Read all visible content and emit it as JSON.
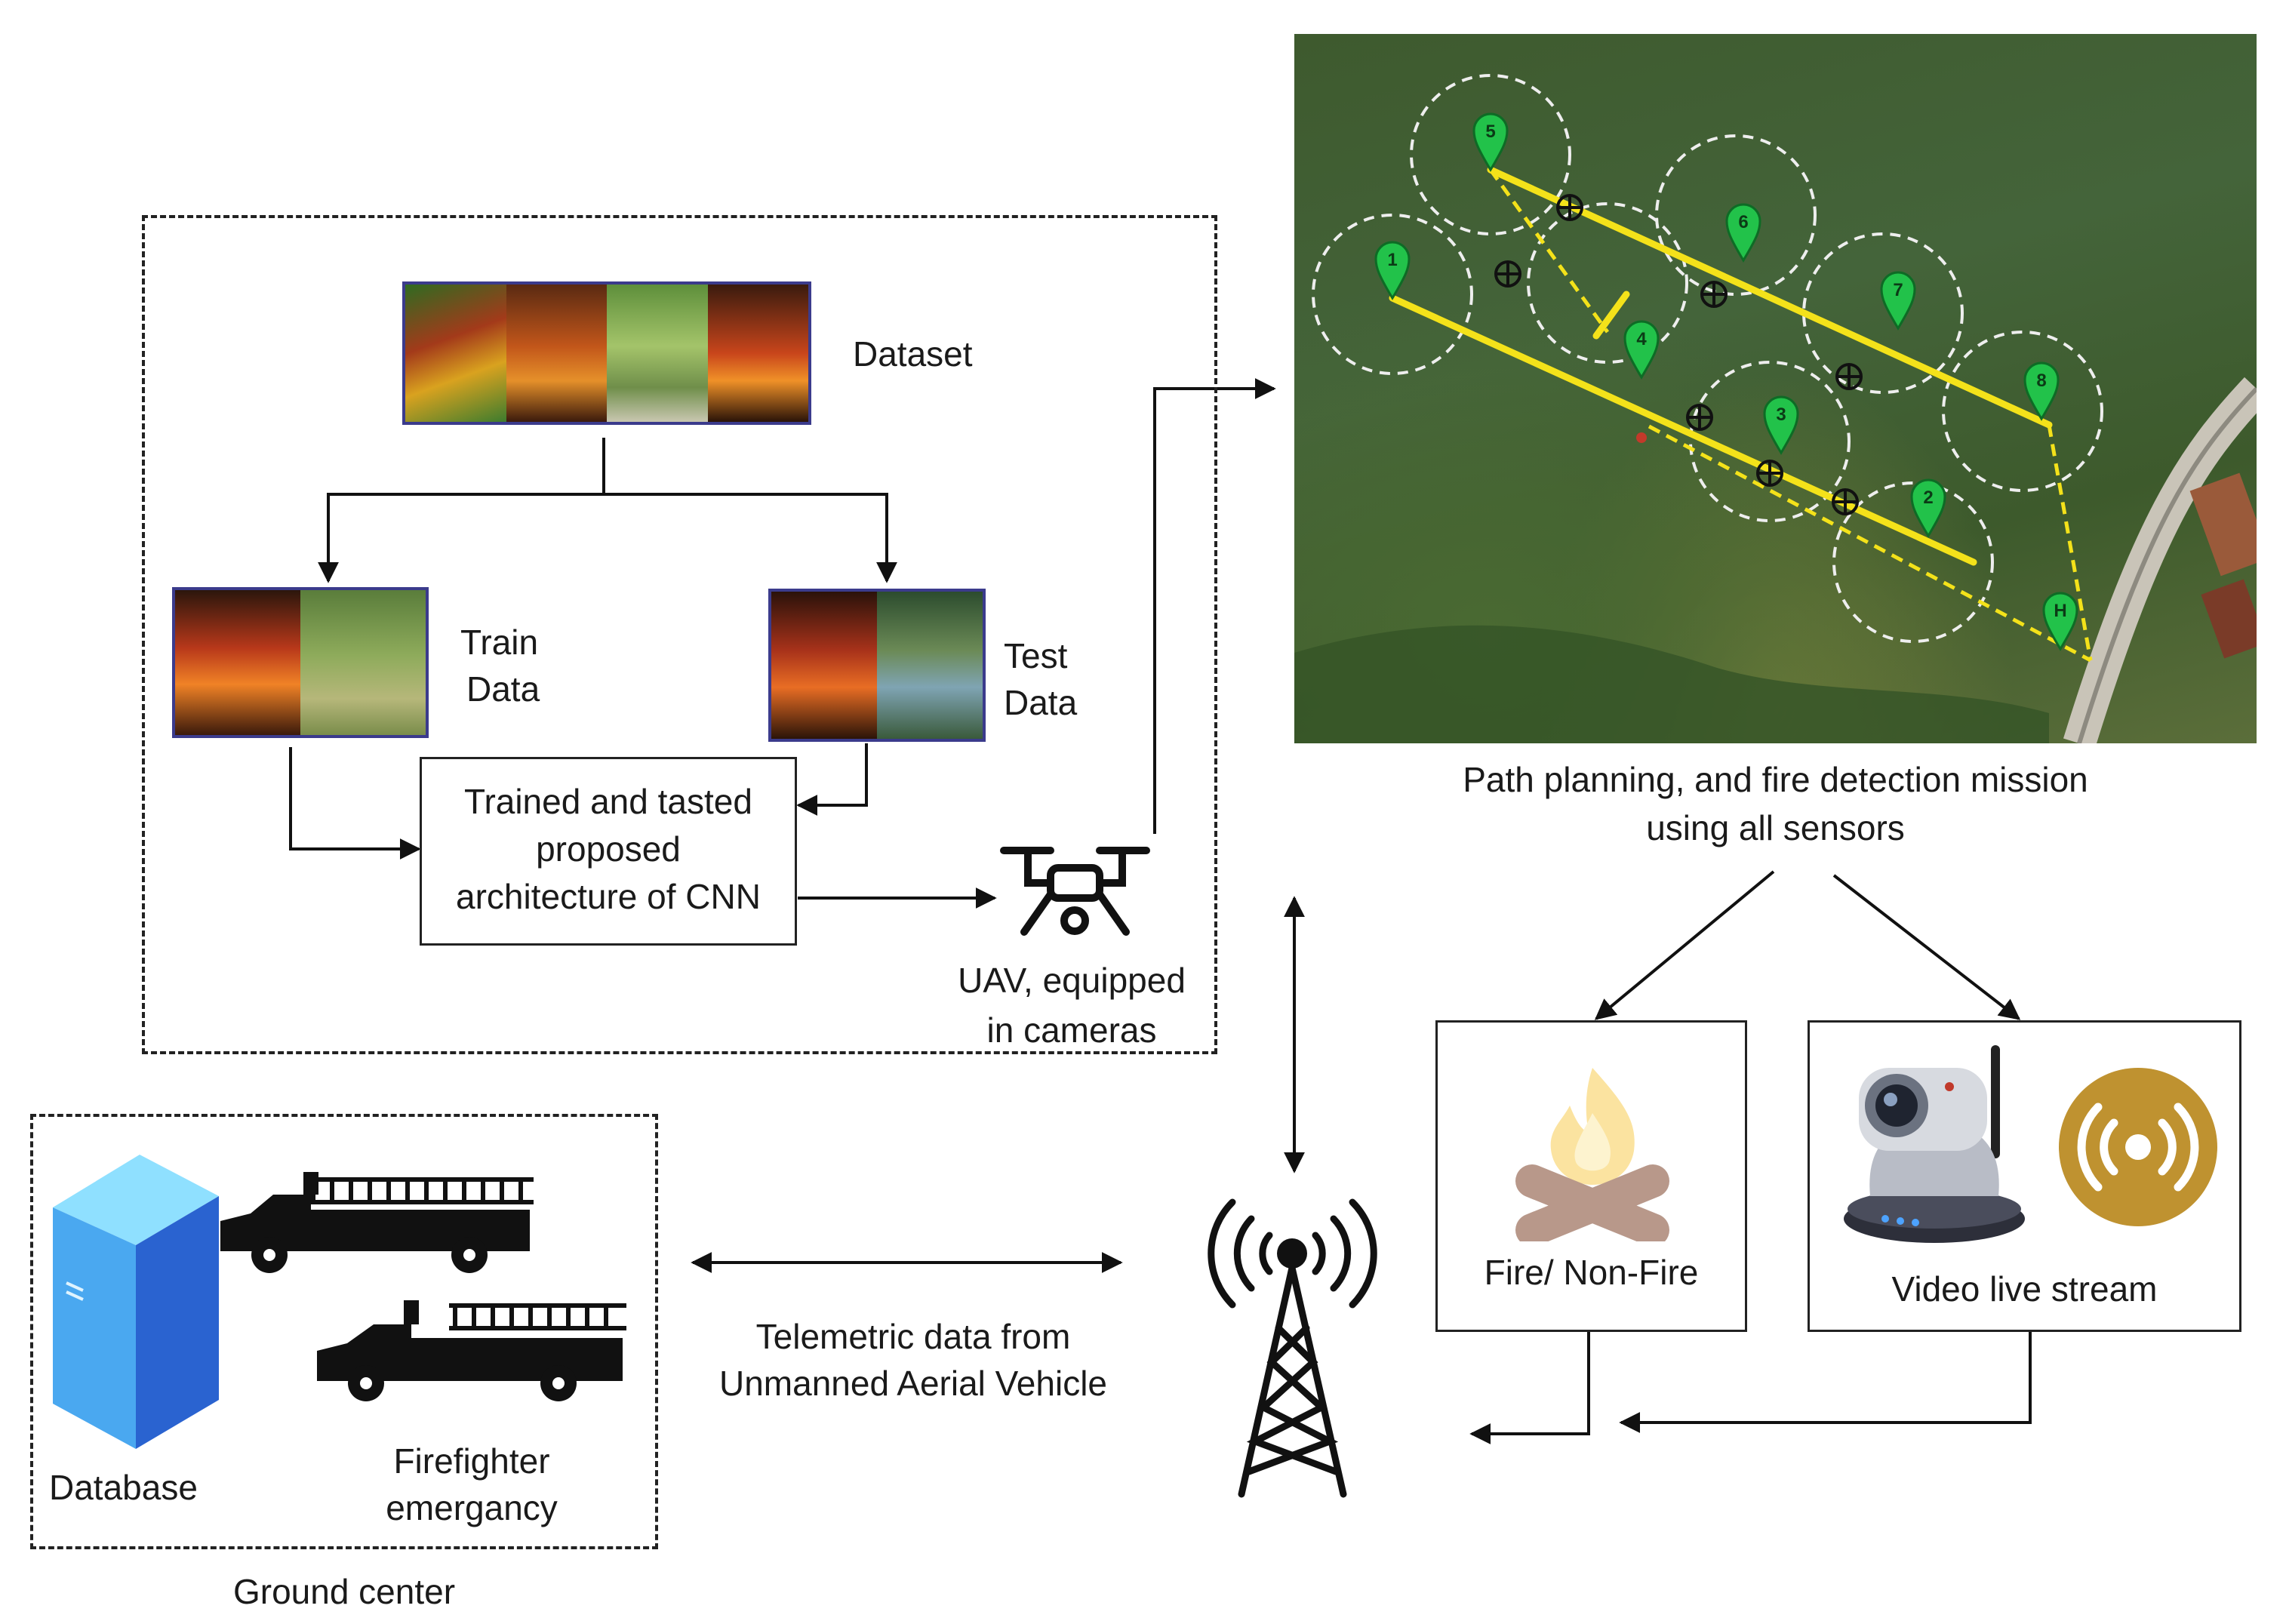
{
  "ml_block": {
    "dataset_label": "Dataset",
    "train_label_line1": "Train",
    "train_label_line2": "Data",
    "test_label_line1": "Test",
    "test_label_line2": "Data",
    "cnn_box_line1": "Trained and tasted",
    "cnn_box_line2": "proposed",
    "cnn_box_line3": "architecture of CNN",
    "uav_label_line1": "UAV, equipped",
    "uav_label_line2": "in cameras",
    "uav_icon": "drone-icon"
  },
  "mission": {
    "caption_line1": "Path planning, and fire detection mission",
    "caption_line2": "using all sensors",
    "waypoints": [
      "1",
      "2",
      "3",
      "4",
      "5",
      "6",
      "7",
      "8",
      "H"
    ]
  },
  "outputs": {
    "fire_label": "Fire/ Non-Fire",
    "fire_icon": "campfire-icon",
    "video_label": "Video live stream",
    "video_icons": [
      "ip-camera-icon",
      "broadcast-icon"
    ]
  },
  "ground": {
    "database_label": "Database",
    "firefighter_line1": "Firefighter",
    "firefighter_line2": "emergancy",
    "title": "Ground center",
    "icons": [
      "database-server-icon",
      "fire-truck-icon"
    ]
  },
  "link": {
    "telemetry_line1": "Telemetric data from",
    "telemetry_line2": "Unmanned Aerial Vehicle",
    "tower_icon": "radio-tower-icon"
  },
  "colors": {
    "path_yellow": "#f4e21a",
    "grass_green": "#3f5a2e",
    "flame_light": "#fbe3a0",
    "log_brown": "#b8988a",
    "broadcast_gold": "#bf9230",
    "server_blue": "#2f6fd6"
  }
}
